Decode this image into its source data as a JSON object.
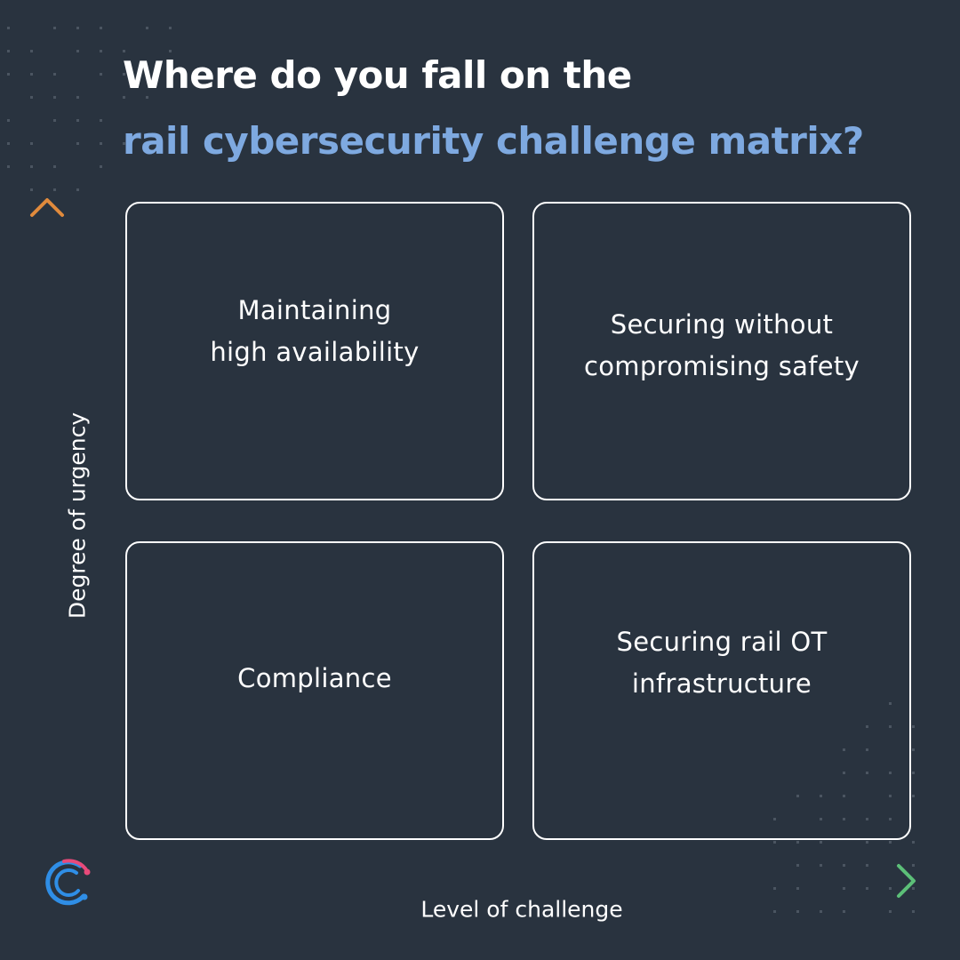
{
  "title": {
    "line1": "Where do you fall on the",
    "line2": "rail cybersecurity challenge matrix?"
  },
  "axes": {
    "y_label": "Degree of urgency",
    "x_label": "Level of challenge"
  },
  "quadrants": {
    "top_left": "Maintaining\nhigh availability",
    "top_right": "Securing without\ncompromising safety",
    "bottom_left": "Compliance",
    "bottom_right": "Securing rail OT\ninfrastructure"
  },
  "colors": {
    "background": "#29333f",
    "title_accent": "#7ea9e0",
    "y_arrow": "#e08a3c",
    "x_arrow": "#5cbf78",
    "logo_blue": "#2f8ee6",
    "logo_pink": "#e84a7a"
  },
  "icons": {
    "logo": "brand-logo-icon",
    "y_arrow": "arrow-up-icon",
    "x_arrow": "arrow-right-icon"
  }
}
